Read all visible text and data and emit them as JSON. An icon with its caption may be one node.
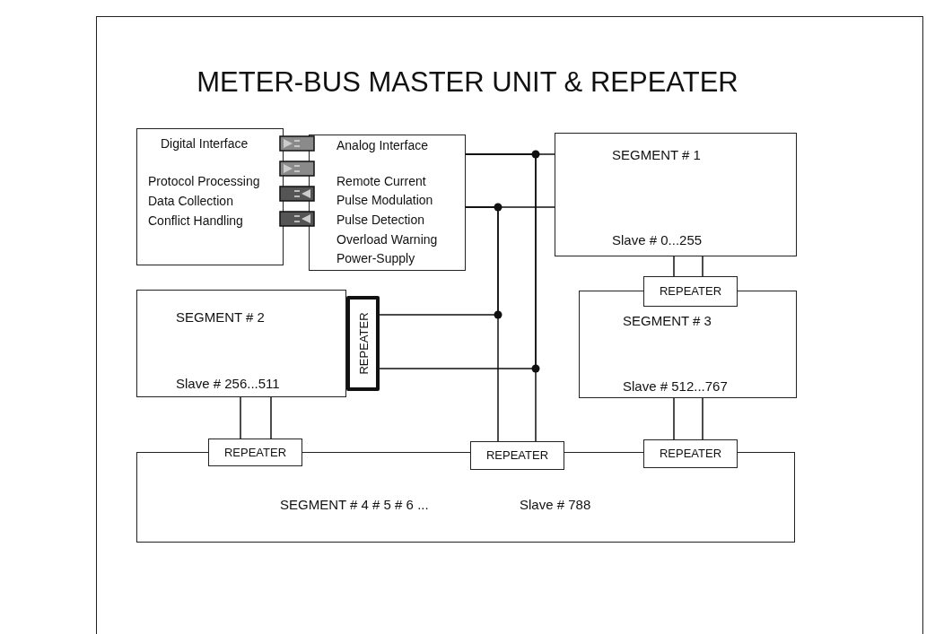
{
  "diagram": {
    "title": "METER-BUS MASTER UNIT & REPEATER",
    "nodes": [
      {
        "text": [
          "Digital Interface",
          "Protocol Processing",
          "Data Collection",
          "Conflict Handling"
        ]
      },
      {
        "text": [
          "Analog Interface",
          "Remote Current",
          "Pulse Modulation",
          "Pulse Detection",
          "Overload Warning",
          "Power-Supply"
        ]
      },
      {
        "text": [
          "SEGMENT # 1",
          "Slave # 0...255"
        ]
      },
      {
        "text": [
          "SEGMENT # 2",
          "Slave # 256...511"
        ]
      },
      {
        "text": [
          "REPEATER"
        ]
      },
      {
        "text": [
          "REPEATER"
        ]
      },
      {
        "text": [
          "SEGMENT # 3",
          "Slave # 512...767"
        ]
      },
      {
        "text": [
          "SEGMENT # 4 # 5 # 6 ...",
          "Slave # 788"
        ]
      },
      {
        "text": [
          "REPEATER"
        ]
      },
      {
        "text": [
          "REPEATER"
        ]
      },
      {
        "text": [
          "REPEATER"
        ]
      }
    ],
    "edges": [
      {
        "from": 1,
        "to": 2,
        "arrow": "none"
      },
      {
        "from": 1,
        "to": 9,
        "arrow": "none"
      },
      {
        "from": 1,
        "to": 4,
        "arrow": "none"
      },
      {
        "from": 1,
        "to": 2,
        "arrow": "none"
      },
      {
        "from": 1,
        "to": 9,
        "arrow": "none"
      },
      {
        "from": 1,
        "to": 4,
        "arrow": "none"
      },
      {
        "from": 2,
        "to": 5,
        "arrow": "none"
      },
      {
        "from": 2,
        "to": 5,
        "arrow": "none"
      },
      {
        "from": 6,
        "to": 10,
        "arrow": "none"
      },
      {
        "from": 6,
        "to": 10,
        "arrow": "none"
      },
      {
        "from": 3,
        "to": 8,
        "arrow": "none"
      },
      {
        "from": 3,
        "to": 8,
        "arrow": "none"
      }
    ]
  }
}
